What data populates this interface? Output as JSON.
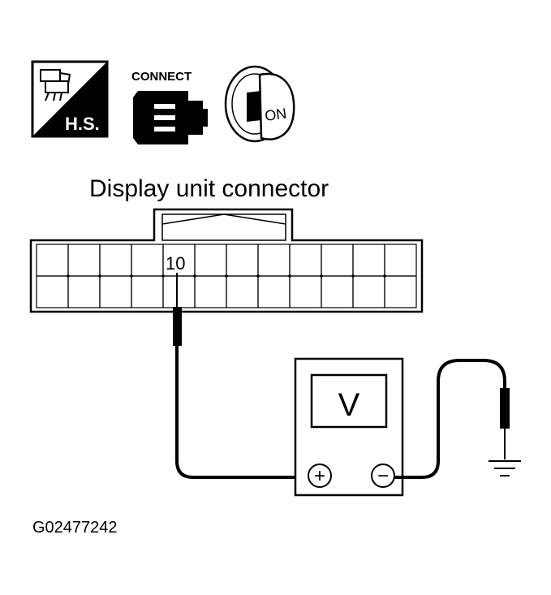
{
  "icons": {
    "harness_icon": {
      "label": "H.S."
    },
    "connect_icon": {
      "label": "CONNECT"
    },
    "ignition_icon": {
      "label": "ON"
    }
  },
  "connector": {
    "title": "Display unit connector",
    "pin_label": "10"
  },
  "meter": {
    "symbol": "V",
    "plus_symbol": "+",
    "minus_symbol": "−"
  },
  "figure_code": "G02477242"
}
